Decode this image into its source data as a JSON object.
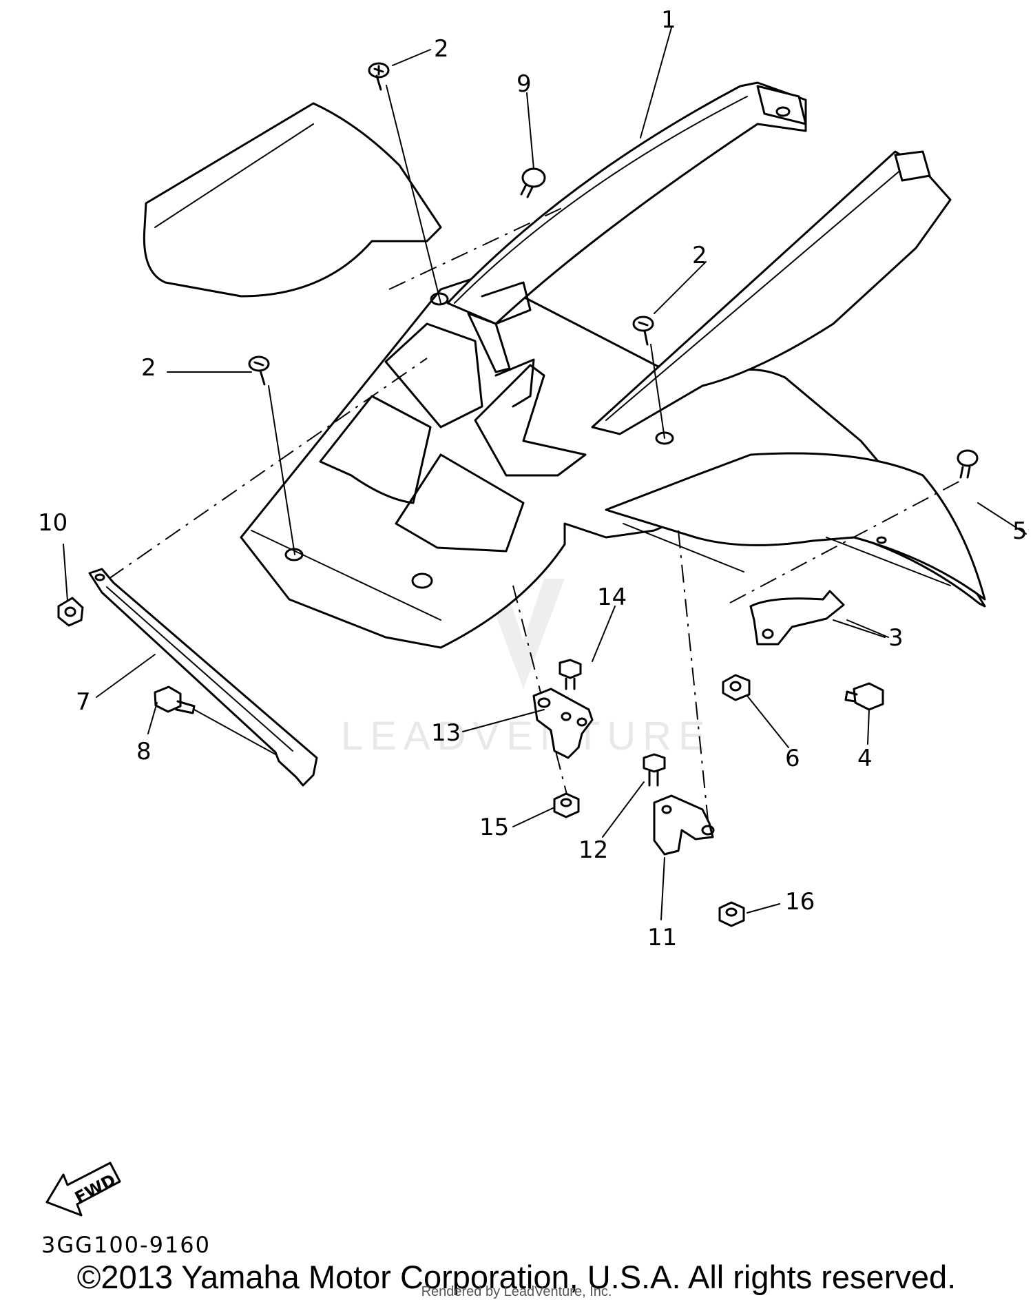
{
  "diagram": {
    "callouts": [
      {
        "id": "c1",
        "label": "1"
      },
      {
        "id": "c2a",
        "label": "2"
      },
      {
        "id": "c2b",
        "label": "2"
      },
      {
        "id": "c2c",
        "label": "2"
      },
      {
        "id": "c3",
        "label": "3"
      },
      {
        "id": "c4",
        "label": "4"
      },
      {
        "id": "c5",
        "label": "5"
      },
      {
        "id": "c6",
        "label": "6"
      },
      {
        "id": "c7",
        "label": "7"
      },
      {
        "id": "c8",
        "label": "8"
      },
      {
        "id": "c9",
        "label": "9"
      },
      {
        "id": "c10",
        "label": "10"
      },
      {
        "id": "c11",
        "label": "11"
      },
      {
        "id": "c12",
        "label": "12"
      },
      {
        "id": "c13",
        "label": "13"
      },
      {
        "id": "c14",
        "label": "14"
      },
      {
        "id": "c15",
        "label": "15"
      },
      {
        "id": "c16",
        "label": "16"
      }
    ],
    "direction_label": "FWD",
    "drawing_code": "3GG100-9160",
    "watermark": "LEADVENTURE"
  },
  "footer": {
    "copyright": "©2013 Yamaha Motor Corporation, U.S.A. All rights reserved.",
    "rendered_by": "Rendered by LeadVenture, Inc."
  }
}
